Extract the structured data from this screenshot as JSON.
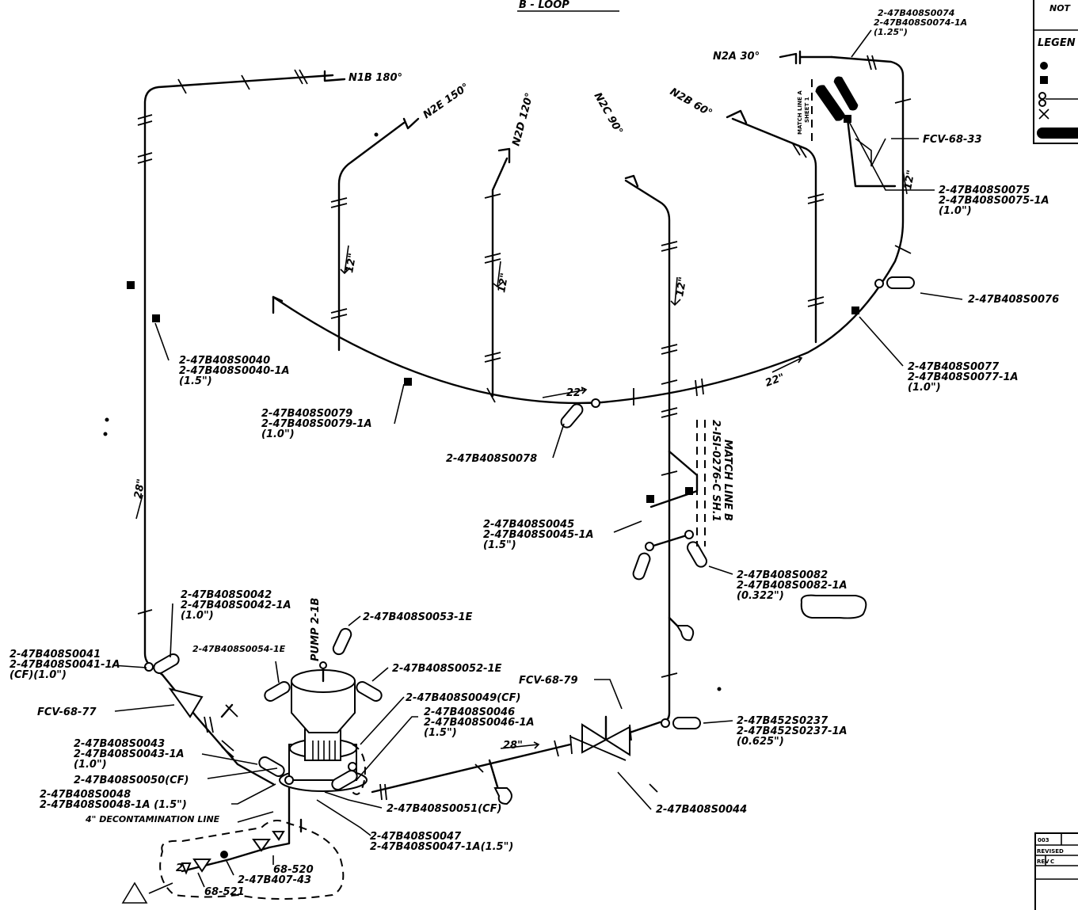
{
  "header": {
    "title": "B - LOOP"
  },
  "nozzles": {
    "n1b": "N1B 180°",
    "n2e": "N2E 150°",
    "n2d": "N2D 120°",
    "n2c": "N2C 90°",
    "n2b": "N2B 60°",
    "n2a": "N2A 30°"
  },
  "pipe_sizes": {
    "s12a": "12\"",
    "s12b": "12\"",
    "s12c": "12\"",
    "s12d": "12\"",
    "s22a": "22\"",
    "s22b": "22\"",
    "s28a": "28\"",
    "s28b": "28\"",
    "s4decon": "4\" DECONTAMINATION LINE",
    "s2": "2\""
  },
  "labels": {
    "l0074": [
      "2-47B408S0074",
      "2-47B408S0074-1A",
      "(1.25\")"
    ],
    "fcv6833": "FCV-68-33",
    "l0075": [
      "2-47B408S0075",
      "2-47B408S0075-1A",
      "(1.0\")"
    ],
    "l0076": "2-47B408S0076",
    "l0077": [
      "2-47B408S0077",
      "2-47B408S0077-1A",
      "(1.0\")"
    ],
    "l0040": [
      "2-47B408S0040",
      "2-47B408S0040-1A",
      "(1.5\")"
    ],
    "l0079": [
      "2-47B408S0079",
      "2-47B408S0079-1A",
      "(1.0\")"
    ],
    "l0078": "2-47B408S0078",
    "l0045": [
      "2-47B408S0045",
      "2-47B408S0045-1A",
      "(1.5\")"
    ],
    "l0082": [
      "2-47B408S0082",
      "2-47B408S0082-1A",
      "(0.322\")"
    ],
    "l0042": [
      "2-47B408S0042",
      "2-47B408S0042-1A",
      "(1.0\")"
    ],
    "l0053": "2-47B408S0053-1E",
    "l0054": "2-47B408S0054-1E",
    "l0041": [
      "2-47B408S0041",
      "2-47B408S0041-1A",
      "(CF)(1.0\")"
    ],
    "l0052": "2-47B408S0052-1E",
    "fcv6879": "FCV-68-79",
    "fcv6877": "FCV-68-77",
    "l0049": "2-47B408S0049(CF)",
    "l0046": [
      "2-47B408S0046",
      "2-47B408S0046-1A",
      "(1.5\")"
    ],
    "l0237": [
      "2-47B452S0237",
      "2-47B452S0237-1A",
      "(0.625\")"
    ],
    "l0043": [
      "2-47B408S0043",
      "2-47B408S0043-1A",
      "(1.0\")"
    ],
    "l0050": "2-47B408S0050(CF)",
    "l0048": [
      "2-47B408S0048",
      "2-47B408S0048-1A (1.5\")"
    ],
    "l0051": "2-47B408S0051(CF)",
    "l0044": "2-47B408S0044",
    "l0047": [
      "2-47B408S0047",
      "2-47B408S0047-1A(1.5\")"
    ],
    "v68520": "68-520",
    "v68521": "68-521",
    "l4743": "2-47B407-43",
    "pump": "PUMP 2-1B"
  },
  "match_lines": {
    "b_line1": "MATCH LINE B",
    "b_line2": "2-ISI-0276-C SH.1",
    "a_line1": "MATCH LINE A",
    "a_line2": "SHEET 1"
  },
  "legend": {
    "title": "LEGEN",
    "note": "NOT"
  },
  "revision_block": {
    "rev_no": "003",
    "revised": "REVISED",
    "rev": "REV",
    "col_c": "C"
  }
}
